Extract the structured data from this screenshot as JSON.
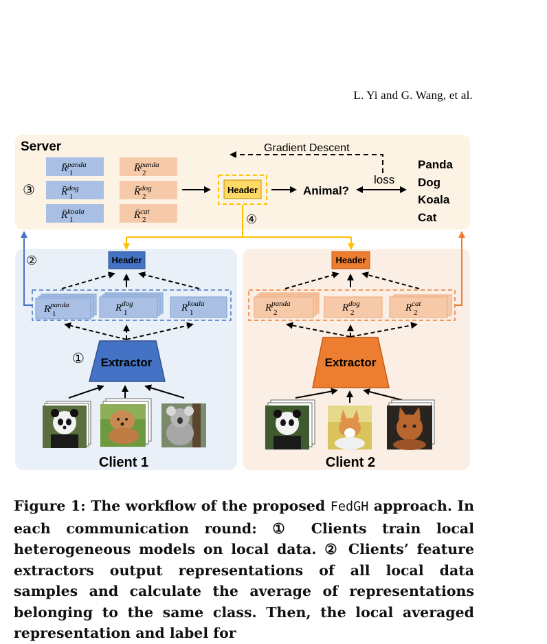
{
  "running_head": "L. Yi and G. Wang, et al.",
  "server": {
    "title": "Server",
    "step_badge": "③",
    "client1_reps": [
      {
        "sup": "panda",
        "sub": "1"
      },
      {
        "sup": "dog",
        "sub": "1"
      },
      {
        "sup": "koala",
        "sub": "1"
      }
    ],
    "client2_reps": [
      {
        "sup": "panda",
        "sub": "2"
      },
      {
        "sup": "dog",
        "sub": "2"
      },
      {
        "sup": "cat",
        "sub": "2"
      }
    ],
    "rep_symbol": "R̄",
    "header_label": "Header",
    "output_label": "Animal?",
    "loss_label": "loss",
    "gradient_label": "Gradient Descent",
    "classes": [
      "Panda",
      "Dog",
      "Koala",
      "Cat"
    ],
    "broadcast_badge": "④"
  },
  "client1": {
    "title": "Client 1",
    "header_label": "Header",
    "extractor_label": "Extractor",
    "upload_badge": "②",
    "train_badge": "①",
    "reps": [
      {
        "sup": "panda",
        "sub": "1"
      },
      {
        "sup": "dog",
        "sub": "1"
      },
      {
        "sup": "koala",
        "sub": "1"
      }
    ],
    "rep_symbol": "R",
    "images": [
      "panda-photo",
      "dog-photo",
      "koala-photo"
    ]
  },
  "client2": {
    "title": "Client 2",
    "header_label": "Header",
    "extractor_label": "Extractor",
    "reps": [
      {
        "sup": "panda",
        "sub": "2"
      },
      {
        "sup": "dog",
        "sub": "2"
      },
      {
        "sup": "cat",
        "sub": "2"
      }
    ],
    "rep_symbol": "R",
    "images": [
      "panda-photo",
      "corgi-photo",
      "cat-photo"
    ]
  },
  "colors": {
    "server_bg": "#fdf3e4",
    "client1_bg": "#eaf0f8",
    "client2_bg": "#fbeee4",
    "blue_box": "#a9c0e4",
    "blue_dark": "#4472c4",
    "orange_box": "#f6c9a8",
    "orange_dark": "#ed7d31",
    "header_yellow": "#ffd966",
    "arrow_yellow": "#ffc000"
  },
  "caption": {
    "prefix": "Figure 1: The workflow of the proposed ",
    "method": "FedGH",
    "body": " approach. In each communication round: ① Clients train local heterogeneous models on local data. ② Clients’ feature extractors output representations of all local data samples and calculate the average of representations belonging to the same class. Then, the local averaged representation and label for"
  }
}
